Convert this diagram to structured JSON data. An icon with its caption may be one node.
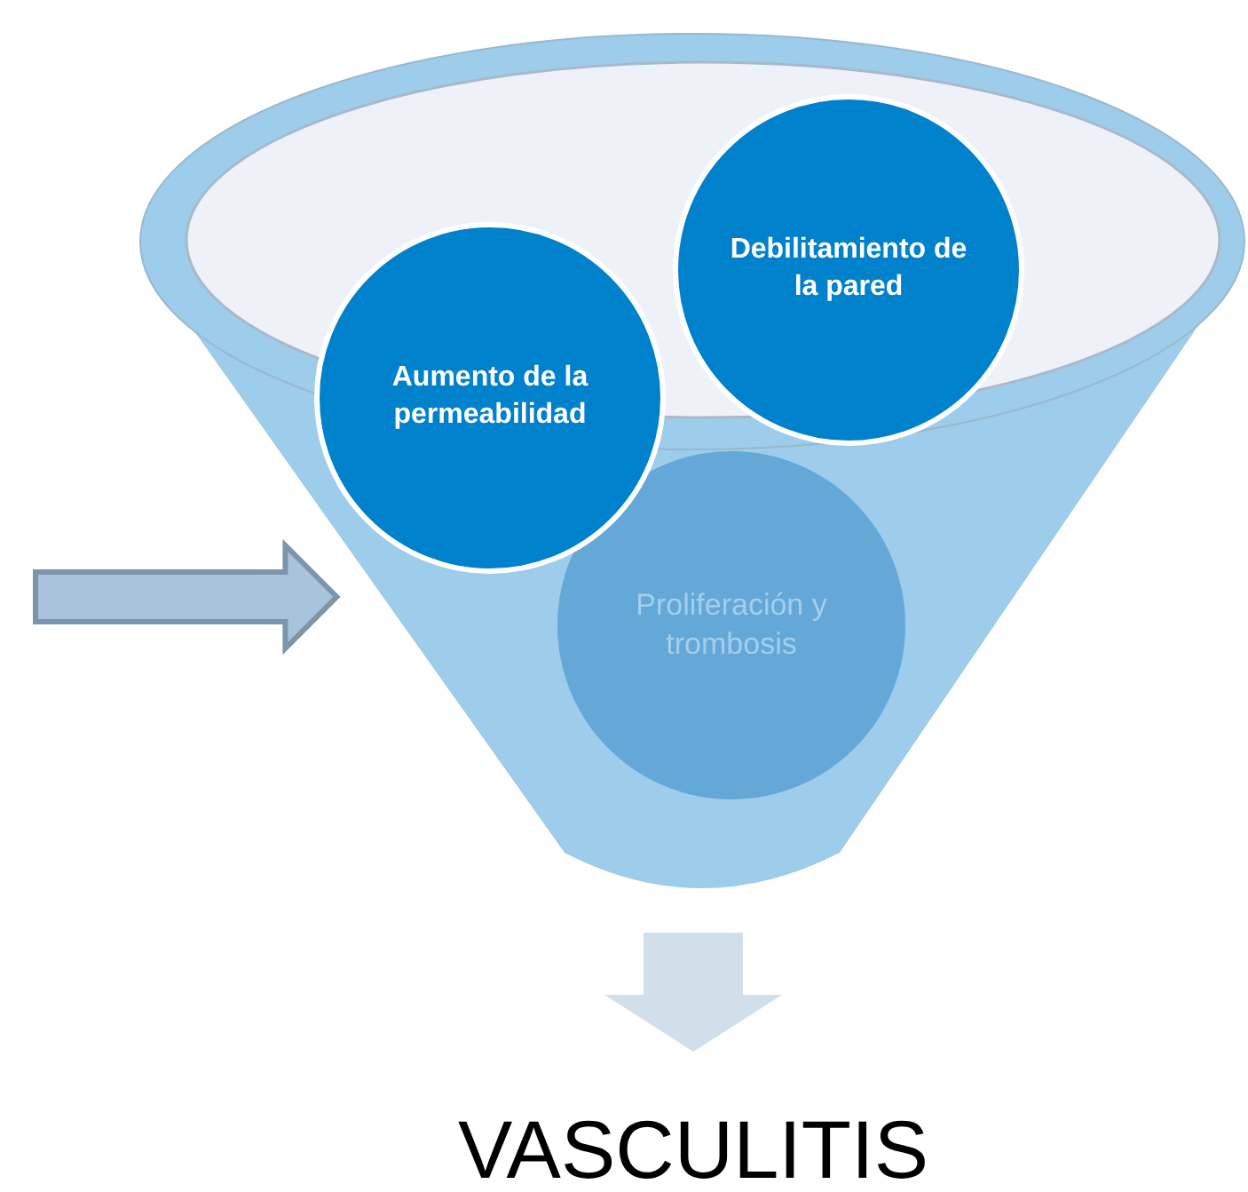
{
  "diagram": {
    "nodes": [
      {
        "text": [],
        "shape": "funnel"
      },
      {
        "text": [
          "Aumento de la permeabilidad"
        ]
      },
      {
        "text": [
          "Debilitamiento de la pared"
        ]
      },
      {
        "text": [
          "Proliferación y trombosis"
        ],
        "in": 0
      },
      {
        "text": [
          "VASCULITIS"
        ]
      }
    ],
    "edges": [
      {
        "from": null,
        "to": 0,
        "arrow": "to"
      },
      {
        "from": 0,
        "to": 4,
        "arrow": "to"
      }
    ]
  }
}
